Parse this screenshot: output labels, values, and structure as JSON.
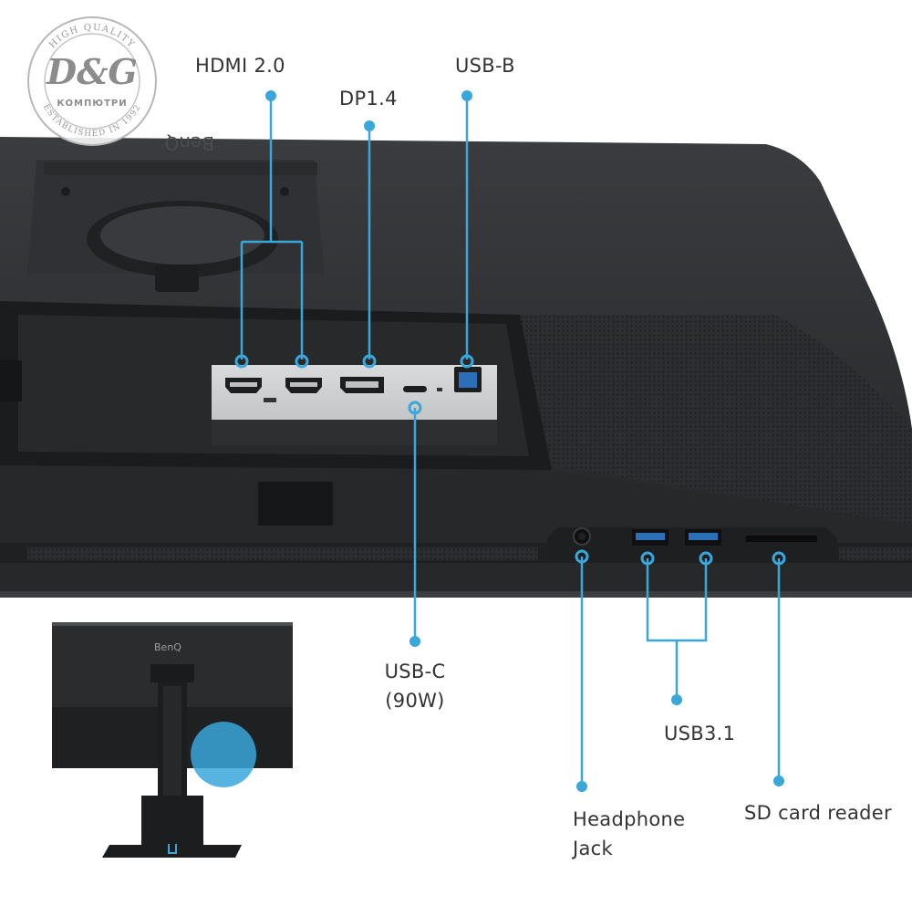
{
  "colors": {
    "accent": "#3aa7da",
    "monitor_dark": "#2a2c2e",
    "background": "#ffffff"
  },
  "watermark": {
    "top_text": "HIGH QUALITY",
    "brand": "D&G",
    "sub": "КОМПЮТРИ",
    "bottom_text": "ESTABLISHED IN 1992"
  },
  "monitor_brand": "BenQ",
  "thumbnail_brand": "BenQ",
  "callouts": {
    "hdmi": "HDMI 2.0",
    "dp": "DP1.4",
    "usb_b": "USB-B",
    "usb_c_line1": "USB-C",
    "usb_c_line2": "(90W)",
    "usb31": "USB3.1",
    "headphone_line1": "Headphone",
    "headphone_line2": "Jack",
    "sd": "SD card reader"
  }
}
